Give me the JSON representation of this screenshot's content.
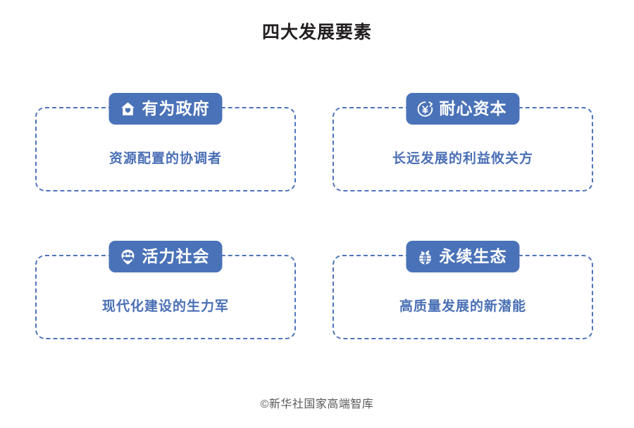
{
  "title": "四大发展要素",
  "theme": {
    "pill_blue": "#4a72b8",
    "dashed_border_blue": "#4f74bb",
    "body_text_blue": "#4a6fb5",
    "title_color": "#231f20",
    "footer_color": "#5a5a5a",
    "background": "#ffffff"
  },
  "cards": [
    {
      "icon": "house-heart-icon",
      "header": "有为政府",
      "body": "资源配置的协调者"
    },
    {
      "icon": "yen-circle-refresh-icon",
      "header": "耐心资本",
      "body": "长远发展的利益攸关方"
    },
    {
      "icon": "people-group-pin-icon",
      "header": "活力社会",
      "body": "现代化建设的生力军"
    },
    {
      "icon": "globe-leaf-icon",
      "header": "永续生态",
      "body": "高质量发展的新潜能"
    }
  ],
  "footer": "©新华社国家高端智库"
}
